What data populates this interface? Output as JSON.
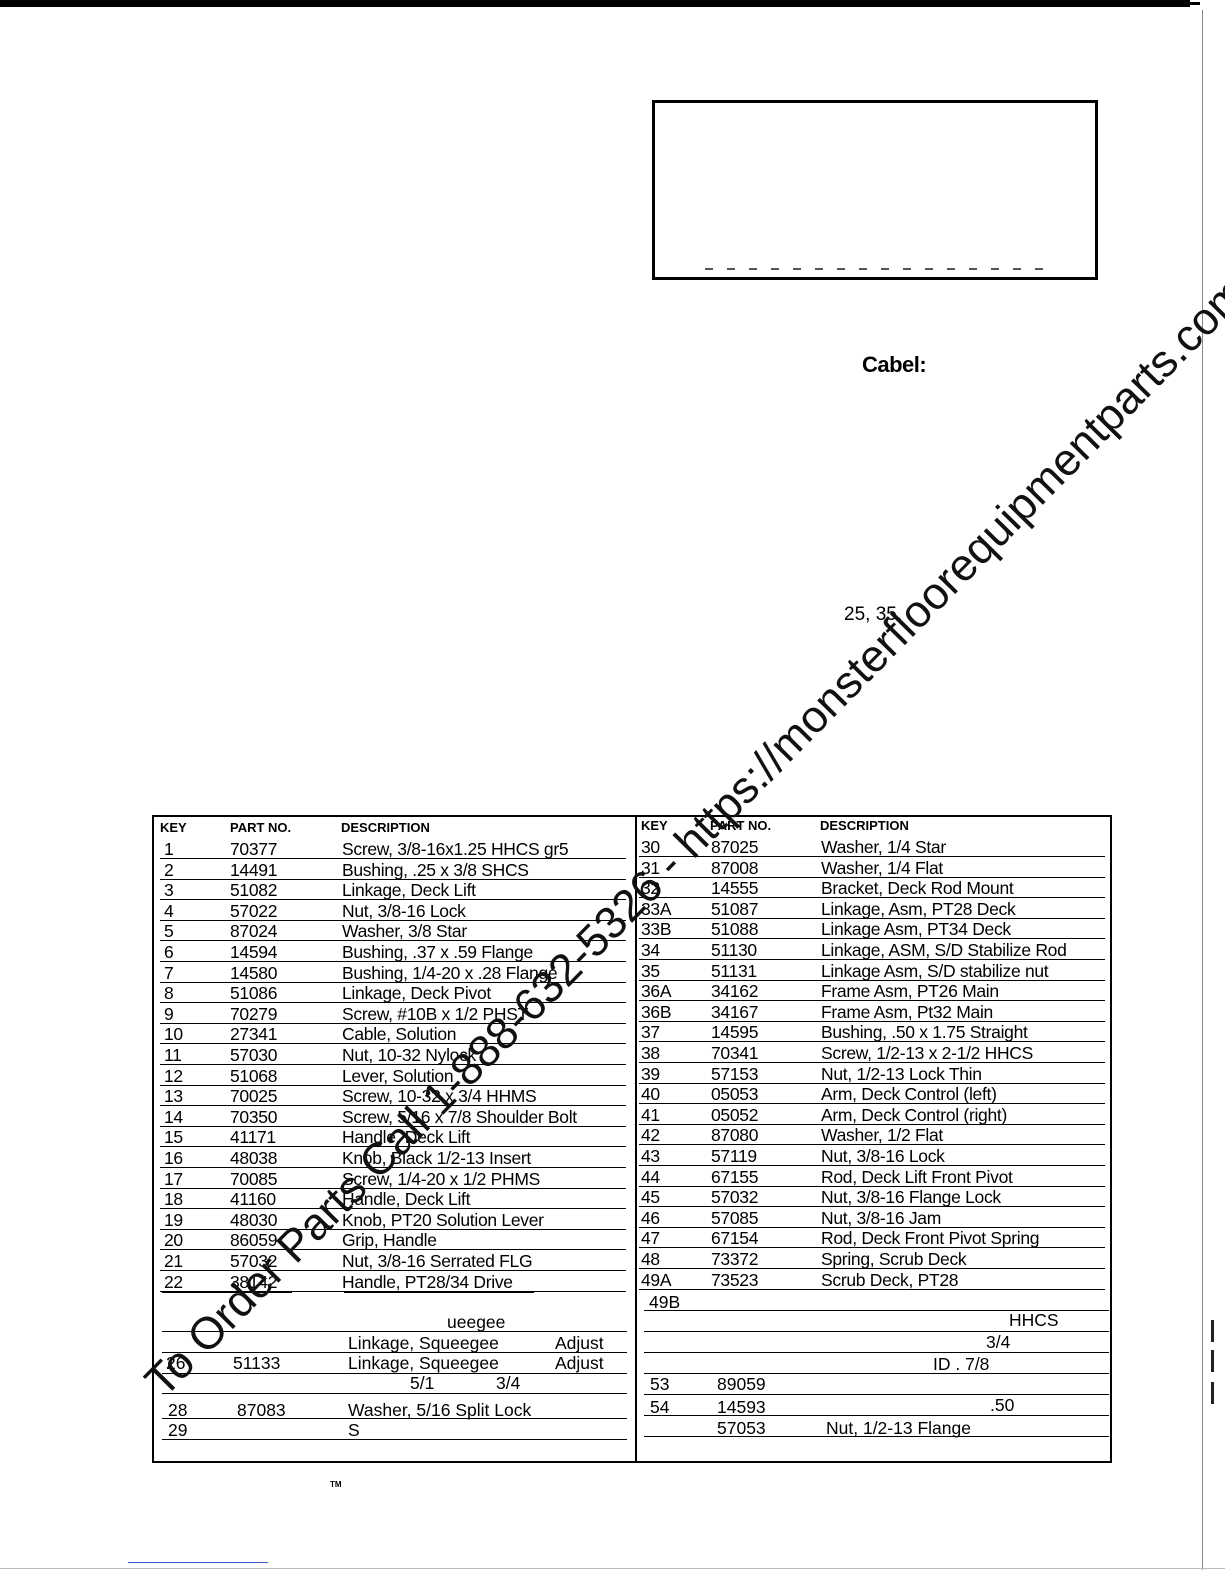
{
  "page": {
    "cabel_label": "Cabel:",
    "note_numbers": "25, 35,",
    "trademark": "TM",
    "watermark": "To Order Parts Call 1-888-632-5326 - https://monsterfloorequipmentparts.com"
  },
  "table": {
    "headers": {
      "key": "KEY",
      "part": "PART NO.",
      "desc": "DESCRIPTION"
    },
    "left_rows": [
      {
        "key": "1",
        "part": "70377",
        "desc": "Screw, 3/8-16x1.25 HHCS gr5"
      },
      {
        "key": "2",
        "part": "14491",
        "desc": "Bushing, .25 x 3/8 SHCS"
      },
      {
        "key": "3",
        "part": "51082",
        "desc": "Linkage, Deck Lift"
      },
      {
        "key": "4",
        "part": "57022",
        "desc": "Nut, 3/8-16 Lock"
      },
      {
        "key": "5",
        "part": "87024",
        "desc": "Washer, 3/8 Star"
      },
      {
        "key": "6",
        "part": "14594",
        "desc": "Bushing, .37 x .59 Flange"
      },
      {
        "key": "7",
        "part": "14580",
        "desc": "Bushing, 1/4-20 x .28 Flange"
      },
      {
        "key": "8",
        "part": "51086",
        "desc": "Linkage, Deck Pivot"
      },
      {
        "key": "9",
        "part": "70279",
        "desc": "Screw, #10B x 1/2 PHST"
      },
      {
        "key": "10",
        "part": "27341",
        "desc": "Cable, Solution"
      },
      {
        "key": "11",
        "part": "57030",
        "desc": "Nut, 10-32 Nylock"
      },
      {
        "key": "12",
        "part": "51068",
        "desc": "Lever, Solution"
      },
      {
        "key": "13",
        "part": "70025",
        "desc": "Screw, 10-32 x 3/4 HHMS"
      },
      {
        "key": "14",
        "part": "70350",
        "desc": "Screw, 5/16 x 7/8 Shoulder Bolt"
      },
      {
        "key": "15",
        "part": "41171",
        "desc": "Handle, Deck Lift"
      },
      {
        "key": "16",
        "part": "48038",
        "desc": "Knob, Black 1/2-13 Insert"
      },
      {
        "key": "17",
        "part": "70085",
        "desc": "Screw, 1/4-20 x 1/2 PHMS"
      },
      {
        "key": "18",
        "part": "41160",
        "desc": "Handle, Deck Lift"
      },
      {
        "key": "19",
        "part": "48030",
        "desc": "Knob, PT20 Solution Lever"
      },
      {
        "key": "20",
        "part": "86059",
        "desc": "Grip, Handle"
      },
      {
        "key": "21",
        "part": "57032",
        "desc": "Nut, 3/8-16 Serrated FLG"
      },
      {
        "key": "22",
        "part": "38142",
        "desc": "Handle, PT28/34 Drive"
      }
    ],
    "right_rows": [
      {
        "key": "30",
        "part": "87025",
        "desc": "Washer, 1/4 Star"
      },
      {
        "key": "31",
        "part": "87008",
        "desc": "Washer, 1/4 Flat"
      },
      {
        "key": "32",
        "part": "14555",
        "desc": "Bracket, Deck Rod Mount"
      },
      {
        "key": "33A",
        "part": "51087",
        "desc": "Linkage, Asm, PT28 Deck"
      },
      {
        "key": "33B",
        "part": "51088",
        "desc": "Linkage Asm, PT34 Deck"
      },
      {
        "key": "34",
        "part": "51130",
        "desc": "Linkage, ASM, S/D Stabilize Rod"
      },
      {
        "key": "35",
        "part": "51131",
        "desc": "Linkage Asm, S/D stabilize nut"
      },
      {
        "key": "36A",
        "part": "34162",
        "desc": "Frame Asm, PT26 Main"
      },
      {
        "key": "36B",
        "part": "34167",
        "desc": "Frame Asm, Pt32 Main"
      },
      {
        "key": "37",
        "part": "14595",
        "desc": "Bushing, .50 x 1.75 Straight"
      },
      {
        "key": "38",
        "part": "70341",
        "desc": "Screw, 1/2-13 x 2-1/2 HHCS"
      },
      {
        "key": "39",
        "part": "57153",
        "desc": "Nut, 1/2-13 Lock Thin"
      },
      {
        "key": "40",
        "part": "05053",
        "desc": "Arm, Deck Control (left)"
      },
      {
        "key": "41",
        "part": "05052",
        "desc": "Arm, Deck Control (right)"
      },
      {
        "key": "42",
        "part": "87080",
        "desc": "Washer, 1/2 Flat"
      },
      {
        "key": "43",
        "part": "57119",
        "desc": "Nut, 3/8-16 Lock"
      },
      {
        "key": "44",
        "part": "67155",
        "desc": "Rod, Deck Lift Front Pivot"
      },
      {
        "key": "45",
        "part": "57032",
        "desc": "Nut, 3/8-16 Flange Lock"
      },
      {
        "key": "46",
        "part": "57085",
        "desc": "Nut, 3/8-16 Jam"
      },
      {
        "key": "47",
        "part": "67154",
        "desc": "Rod, Deck Front Pivot Spring"
      },
      {
        "key": "48",
        "part": "73372",
        "desc": "Spring, Scrub Deck"
      },
      {
        "key": "49A",
        "part": "73523",
        "desc": "Scrub Deck, PT28"
      }
    ],
    "left_tail": {
      "squeegee_fragment": "ueegee",
      "row25_desc": "Linkage, Squeegee",
      "row25_adjust": "Adjust",
      "row26_key": "26",
      "row26_part": "51133",
      "row26_desc": "Linkage, Squeegee",
      "row26_adjust": "Adjust",
      "row27_frag_a": "5/1",
      "row27_frag_b": "3/4",
      "row28_key": "28",
      "row28_part": "87083",
      "row28_desc": "Washer, 5/16 Split Lock",
      "row29_key": "29",
      "row29_frag": "S"
    },
    "right_tail": {
      "row49b_key": "49B",
      "hhcs": "HHCS",
      "three_quarter": "3/4",
      "id_frag": "ID . 7/8",
      "row53_key": "53",
      "row53_part": "89059",
      "fifty": ".50",
      "row54_key": "54",
      "row54_part": "14593",
      "row55_part": "57053",
      "row55_desc": "Nut, 1/2-13 Flange"
    }
  }
}
